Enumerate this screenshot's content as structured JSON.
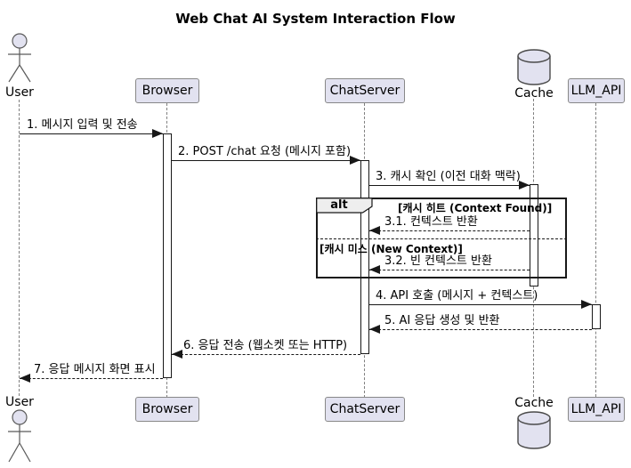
{
  "title": "Web Chat AI System Interaction Flow",
  "participants": [
    {
      "name": "User",
      "type": "actor"
    },
    {
      "name": "Browser",
      "type": "participant"
    },
    {
      "name": "ChatServer",
      "type": "participant"
    },
    {
      "name": "Cache",
      "type": "database"
    },
    {
      "name": "LLM_API",
      "type": "participant"
    }
  ],
  "messages": [
    {
      "label": "1. 메시지 입력 및 전송",
      "from": "User",
      "to": "Browser",
      "line": "solid"
    },
    {
      "label": "2. POST /chat 요청 (메시지 포함)",
      "from": "Browser",
      "to": "ChatServer",
      "line": "solid"
    },
    {
      "label": "3. 캐시 확인 (이전 대화 맥락)",
      "from": "ChatServer",
      "to": "Cache",
      "line": "solid"
    },
    {
      "label": "3.1. 컨텍스트 반환",
      "from": "Cache",
      "to": "ChatServer",
      "line": "dashed"
    },
    {
      "label": "3.2. 빈 컨텍스트 반환",
      "from": "Cache",
      "to": "ChatServer",
      "line": "dashed"
    },
    {
      "label": "4. API 호출 (메시지 + 컨텍스트)",
      "from": "ChatServer",
      "to": "LLM_API",
      "line": "solid"
    },
    {
      "label": "5. AI 응답 생성 및 반환",
      "from": "LLM_API",
      "to": "ChatServer",
      "line": "dashed"
    },
    {
      "label": "6. 응답 전송 (웹소켓 또는 HTTP)",
      "from": "ChatServer",
      "to": "Browser",
      "line": "dashed"
    },
    {
      "label": "7. 응답 메시지 화면 표시",
      "from": "Browser",
      "to": "User",
      "line": "dashed"
    }
  ],
  "alt_fragment": {
    "operator": "alt",
    "guard_hit": "[캐시 히트 (Context Found)]",
    "guard_miss": "[캐시 미스 (New Context)]"
  },
  "colors": {
    "participant_fill": "#E2E2F0",
    "participant_border": "#888888",
    "frame_border": "#181818",
    "frame_label_fill": "#EEEEEE",
    "arrow": "#181818",
    "lifeline": "#808080",
    "background": "#FFFFFF",
    "text": "#000000"
  }
}
